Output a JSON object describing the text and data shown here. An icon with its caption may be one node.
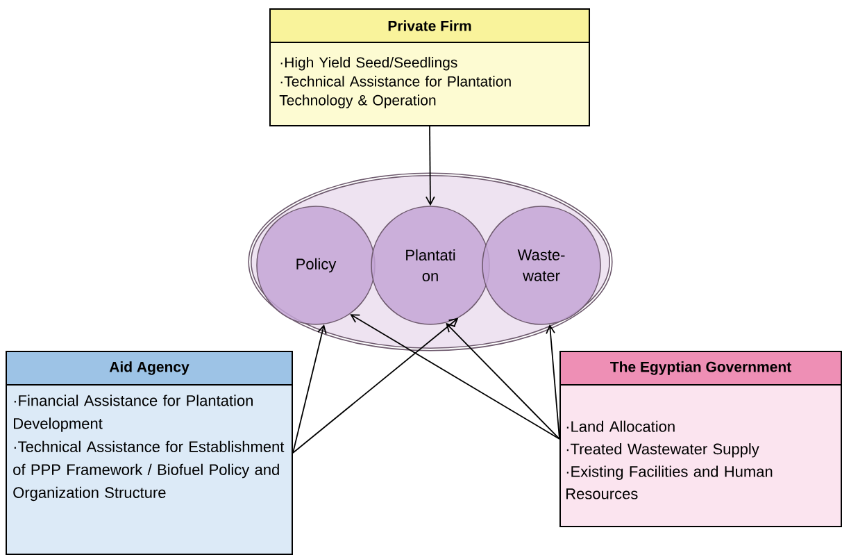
{
  "diagram": {
    "nodes": [
      {
        "text": [
          "Private Firm",
          "·High Yield Seed/Seedlings",
          "·Technical Assistance for Plantation Technology & Operation"
        ]
      },
      {
        "text": [],
        "shape": "ellipse"
      },
      {
        "text": [
          "Policy"
        ],
        "in": 1
      },
      {
        "text": [
          "Plantati on"
        ],
        "in": 1
      },
      {
        "text": [
          "Waste- water"
        ],
        "in": 1
      },
      {
        "text": [
          "Aid Agency",
          "·Financial Assistance for Plantation Development",
          "·Technical Assistance for Establishment of PPP Framework / Biofuel Policy and Organization Structure"
        ]
      },
      {
        "text": [
          "The Egyptian Government",
          "·Land Allocation",
          "·Treated Wastewater Supply",
          "·Existing Facilities and Human Resources"
        ]
      }
    ],
    "edges": [
      {
        "from": 0,
        "to": 3,
        "arrow": "to"
      },
      {
        "from": 5,
        "to": 2,
        "arrow": "to"
      },
      {
        "from": 5,
        "to": 3,
        "arrow": "to"
      },
      {
        "from": 6,
        "to": 2,
        "arrow": "to"
      },
      {
        "from": 6,
        "to": 3,
        "arrow": "to"
      },
      {
        "from": 6,
        "to": 4,
        "arrow": "to"
      }
    ]
  }
}
